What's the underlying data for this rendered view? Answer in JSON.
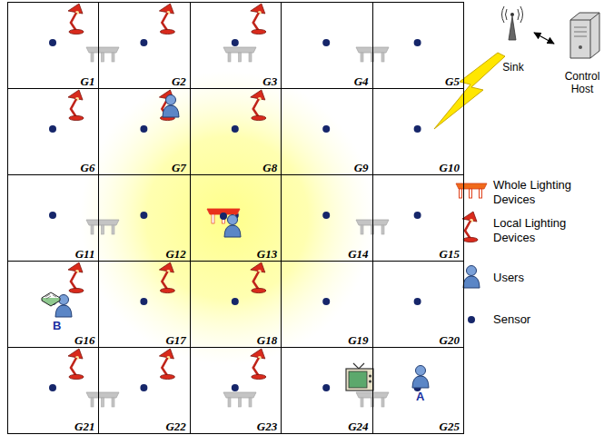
{
  "diagram": {
    "nodes": [
      {
        "text": [
          "G1"
        ]
      },
      {
        "text": [
          "G2"
        ]
      },
      {
        "text": [
          "G3"
        ]
      },
      {
        "text": [
          "G4"
        ]
      },
      {
        "text": [
          "G5"
        ]
      },
      {
        "text": [
          "G6"
        ]
      },
      {
        "text": [
          "G7"
        ]
      },
      {
        "text": [
          "G8"
        ]
      },
      {
        "text": [
          "G9"
        ]
      },
      {
        "text": [
          "G10"
        ]
      },
      {
        "text": [
          "G11"
        ]
      },
      {
        "text": [
          "G12"
        ]
      },
      {
        "text": [
          "G13"
        ]
      },
      {
        "text": [
          "G14"
        ]
      },
      {
        "text": [
          "G15"
        ]
      },
      {
        "text": [
          "G16"
        ]
      },
      {
        "text": [
          "G17"
        ]
      },
      {
        "text": [
          "G18"
        ]
      },
      {
        "text": [
          "G19"
        ]
      },
      {
        "text": [
          "G20"
        ]
      },
      {
        "text": [
          "G21"
        ]
      },
      {
        "text": [
          "G22"
        ]
      },
      {
        "text": [
          "G23"
        ]
      },
      {
        "text": [
          "G24"
        ]
      },
      {
        "text": [
          "G25"
        ]
      },
      {
        "text": [
          "Sink"
        ]
      },
      {
        "text": [
          "Control Host"
        ]
      }
    ],
    "edges": [
      {
        "from": 25,
        "to": 26,
        "arrow": "both"
      }
    ],
    "labels": [
      "B",
      "A"
    ],
    "legend": [
      {
        "text": "Whole Lighting Devices"
      },
      {
        "text": "Local Lighting Devices"
      },
      {
        "text": "Users"
      },
      {
        "text": "Sensor"
      }
    ]
  }
}
